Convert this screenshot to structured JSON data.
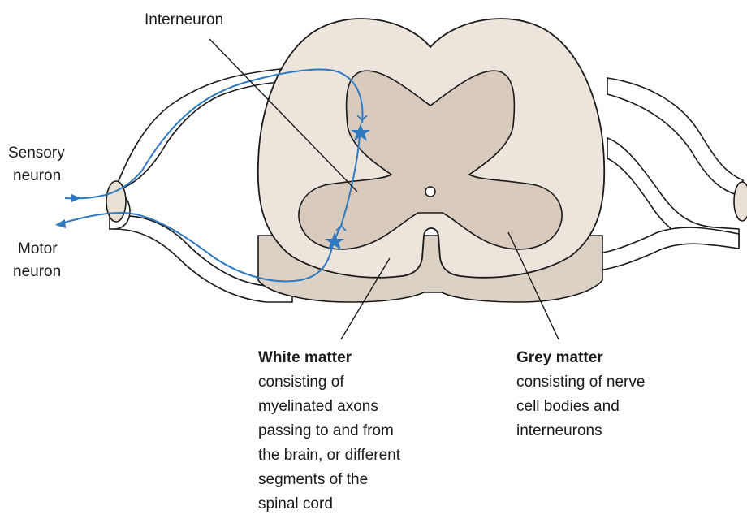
{
  "labels": {
    "interneuron": "Interneuron",
    "sensory_line1": "Sensory",
    "sensory_line2": "neuron",
    "motor_line1": "Motor",
    "motor_line2": "neuron",
    "white_matter": {
      "title": "White matter",
      "lines": [
        "consisting of",
        "myelinated axons",
        "passing to and from",
        "the brain, or different",
        "segments of the",
        "spinal cord"
      ]
    },
    "grey_matter": {
      "title": "Grey matter",
      "lines": [
        "consisting of nerve",
        "cell bodies and",
        "interneurons"
      ]
    }
  },
  "colors": {
    "white_matter_fill": "#ece5dc",
    "cord_side_fill": "#dcd1c5",
    "grey_matter_fill": "#d8cbbd",
    "neuron_blue": "#2f79bf",
    "outline": "#1a1a1a"
  }
}
